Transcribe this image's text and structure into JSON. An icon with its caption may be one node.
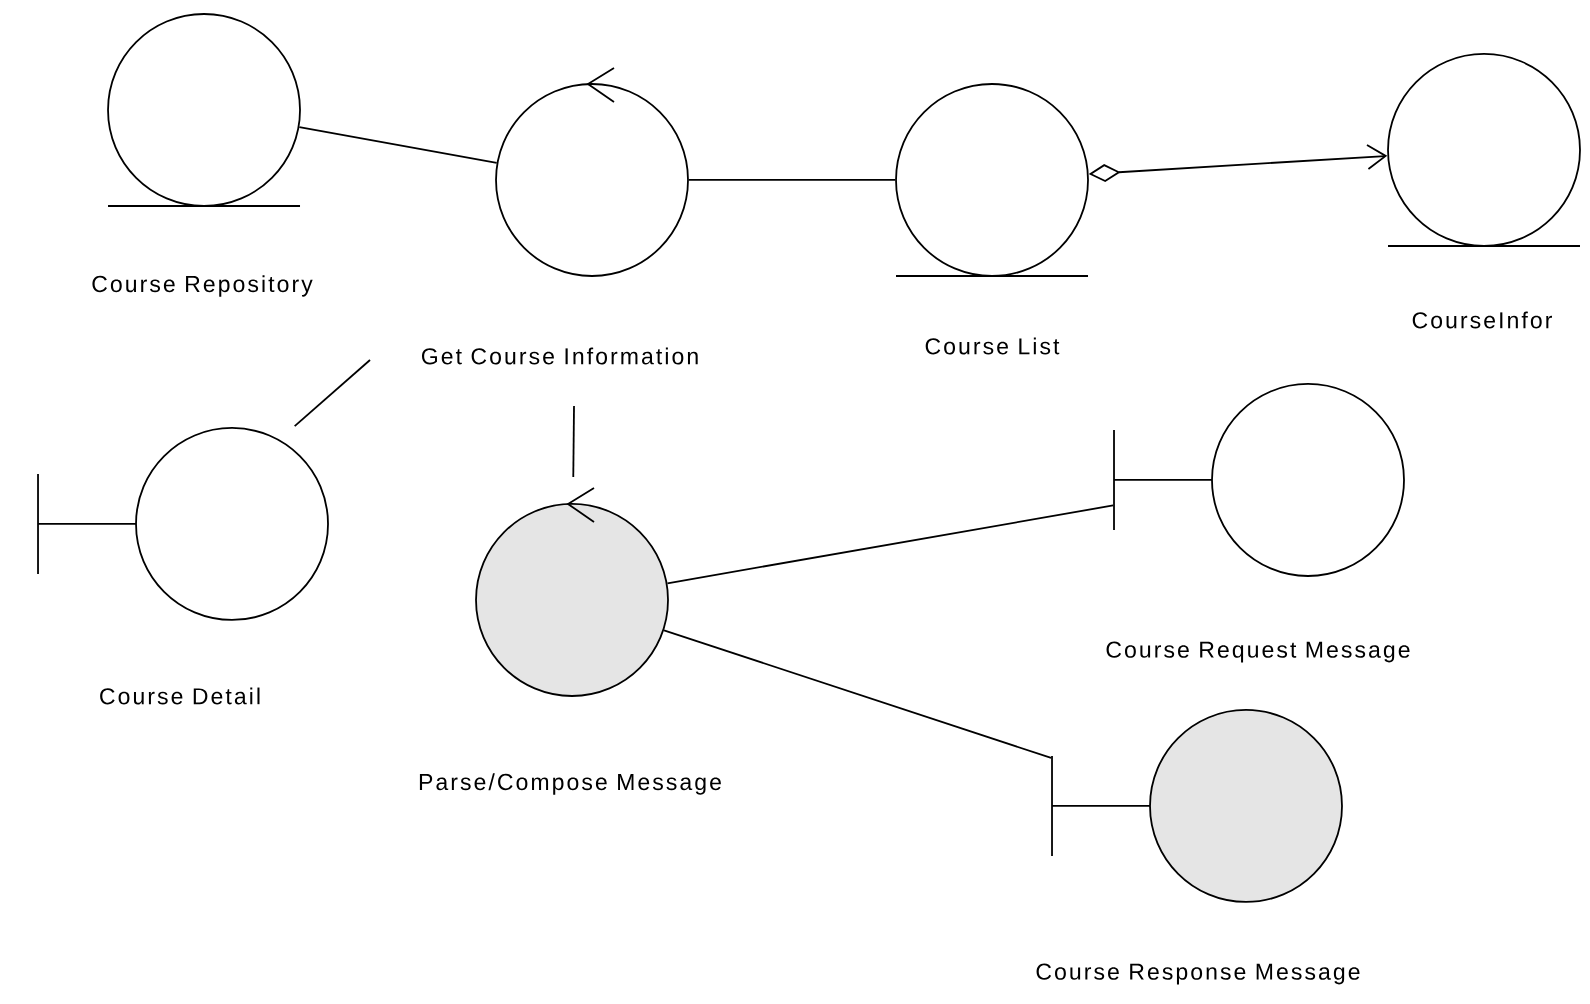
{
  "diagram": {
    "nodes": [
      {
        "text": [
          "Course Repository"
        ]
      },
      {
        "text": [
          "Get Course Information"
        ]
      },
      {
        "text": [
          "Course List"
        ]
      },
      {
        "text": [
          "CourseInfor"
        ]
      },
      {
        "text": [
          "Course Detail"
        ]
      },
      {
        "text": [
          "Parse/Compose Message"
        ]
      },
      {
        "text": [
          "Course Request Message"
        ]
      },
      {
        "text": [
          "Course Response Message"
        ]
      }
    ],
    "edges": [
      {
        "from": 0,
        "to": 1,
        "arrow": "none"
      },
      {
        "from": 1,
        "to": 2,
        "arrow": "none"
      },
      {
        "from": 2,
        "to": 3,
        "arrow": "to"
      },
      {
        "from": 4,
        "to": null,
        "arrow": "none"
      },
      {
        "from": null,
        "to": 5,
        "arrow": "none"
      },
      {
        "from": 5,
        "to": 6,
        "arrow": "none"
      },
      {
        "from": 5,
        "to": 7,
        "arrow": "none"
      }
    ]
  }
}
